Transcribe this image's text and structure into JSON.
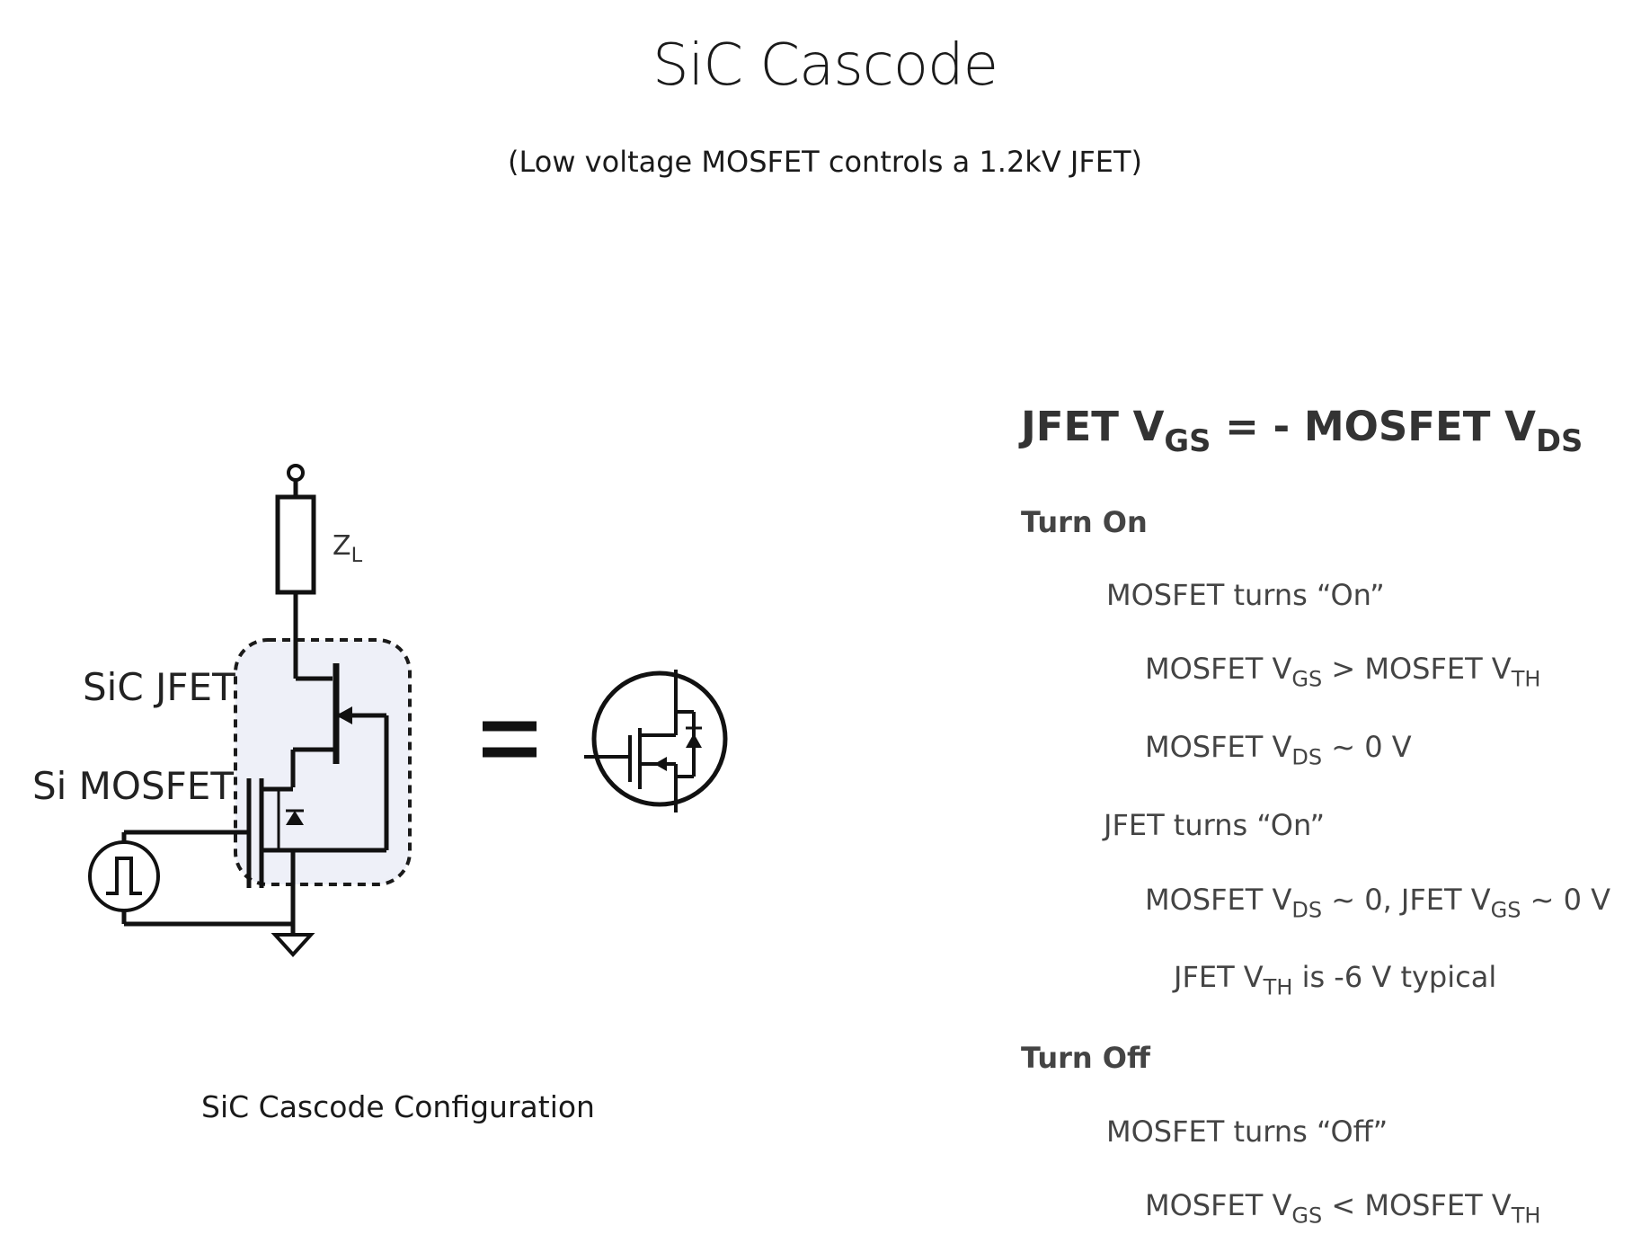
{
  "header": {
    "title": "SiC Cascode",
    "subtitle": "(Low voltage MOSFET controls a 1.2kV JFET)"
  },
  "diagram": {
    "load_label": "Z",
    "load_label_sub": "L",
    "jfet_label": "SiC JFET",
    "mosfet_label": "Si MOSFET",
    "equals": "=",
    "caption": "SiC Cascode Configuration"
  },
  "notes": {
    "equation": {
      "a": "JFET V",
      "a_sub": "GS",
      "b": " = - MOSFET V",
      "b_sub": "DS"
    },
    "turn_on": "Turn On",
    "mosfet_on": "MOSFET turns “On”",
    "on_cond1": {
      "a": "MOSFET V",
      "a_sub": "GS",
      "b": " > MOSFET V",
      "b_sub": "TH"
    },
    "on_cond2": {
      "a": "MOSFET V",
      "a_sub": "DS",
      "b": " ~ 0 V"
    },
    "jfet_on": "JFET turns “On”",
    "on_cond3": {
      "a": "MOSFET V",
      "a_sub": "DS",
      "b": " ~ 0, JFET V",
      "b_sub": "GS",
      "c": " ~ 0 V"
    },
    "on_cond4": {
      "a": "JFET V",
      "a_sub": "TH",
      "b": " is -6 V typical"
    },
    "turn_off": "Turn Off",
    "mosfet_off": "MOSFET turns “Off”",
    "off_cond1": {
      "a": "MOSFET V",
      "a_sub": "GS",
      "b": " < MOSFET V",
      "b_sub": "TH"
    }
  }
}
